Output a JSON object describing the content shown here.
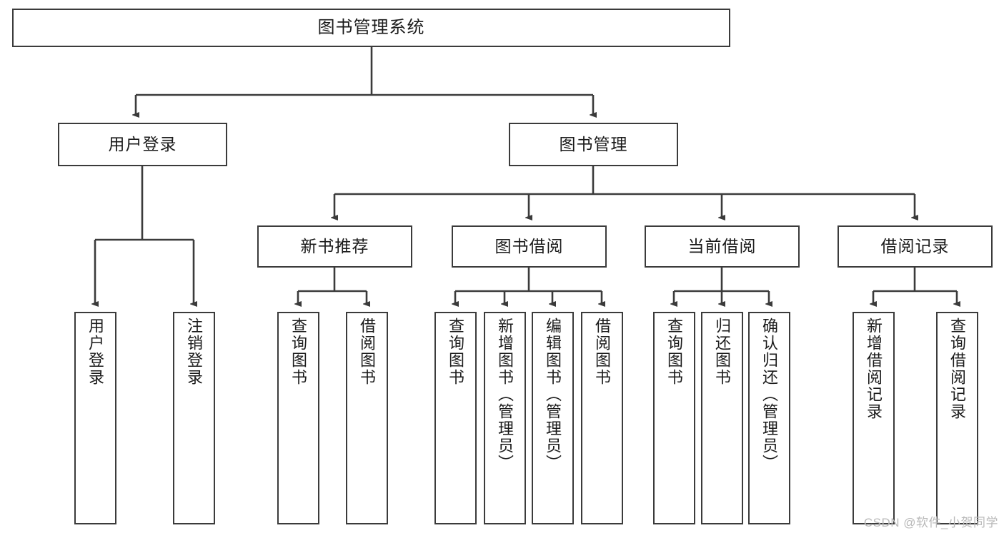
{
  "diagram": {
    "type": "tree",
    "title": "图书管理系统",
    "colors": {
      "stroke": "#3b3b3b",
      "fill": "#ffffff",
      "text": "#1b1b1b",
      "watermark": "#b9b9b9"
    },
    "root": {
      "label": "图书管理系统"
    },
    "level2": [
      {
        "label": "用户登录"
      },
      {
        "label": "图书管理"
      }
    ],
    "level3": [
      {
        "label": "新书推荐"
      },
      {
        "label": "图书借阅"
      },
      {
        "label": "当前借阅"
      },
      {
        "label": "借阅记录"
      }
    ],
    "leaves": {
      "user_login": [
        {
          "label": "用户登录"
        },
        {
          "label": "注销登录"
        }
      ],
      "new_book_recommend": [
        {
          "label": "查询图书"
        },
        {
          "label": "借阅图书"
        }
      ],
      "book_borrow": [
        {
          "label": "查询图书"
        },
        {
          "label": "新增图书（管理员）"
        },
        {
          "label": "编辑图书（管理员）"
        },
        {
          "label": "借阅图书"
        }
      ],
      "current_borrow": [
        {
          "label": "查询图书"
        },
        {
          "label": "归还图书"
        },
        {
          "label": "确认归还（管理员）"
        }
      ],
      "borrow_records": [
        {
          "label": "新增借阅记录"
        },
        {
          "label": "查询借阅记录"
        }
      ]
    }
  },
  "watermark": {
    "text": "CSDN @软件_小贺同学"
  }
}
